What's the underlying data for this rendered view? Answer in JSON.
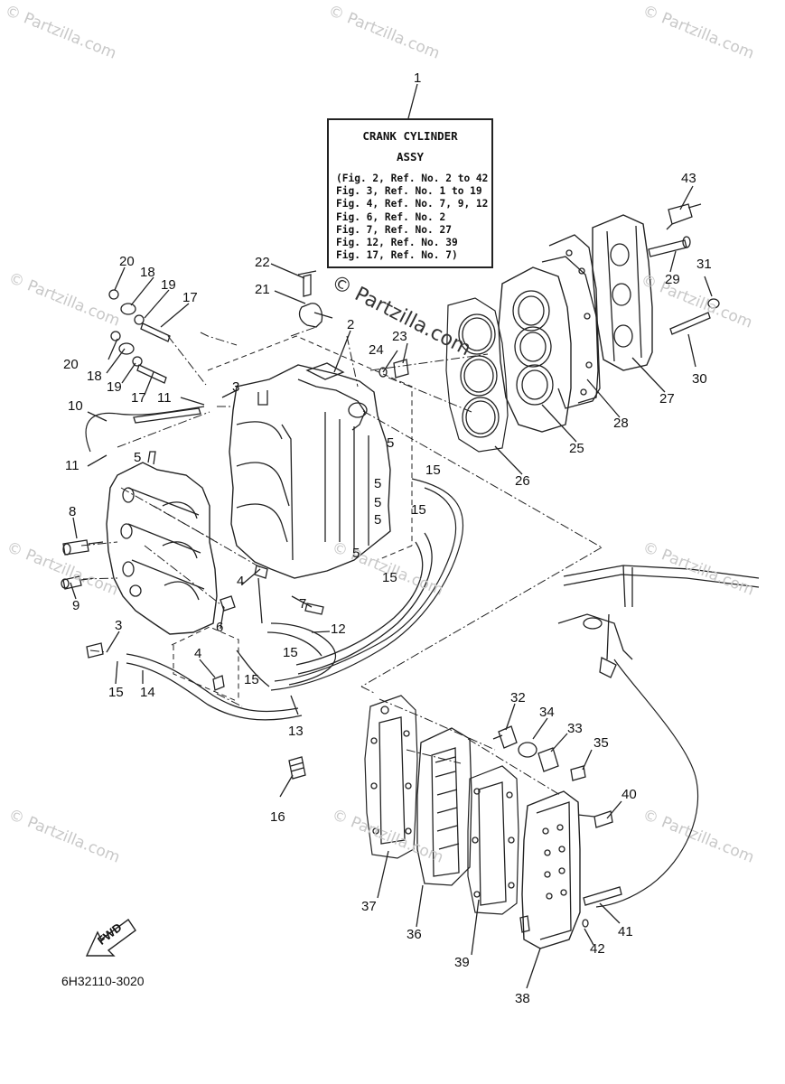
{
  "assembly_box": {
    "title_line1": "CRANK CYLINDER",
    "title_line2": "ASSY",
    "references": [
      "(Fig. 2, Ref. No. 2 to 42",
      "Fig. 3, Ref. No. 1 to 19",
      "Fig. 4, Ref. No. 7, 9, 12",
      "Fig. 6, Ref. No. 2",
      "Fig. 7, Ref. No. 27",
      "Fig. 12, Ref. No. 39",
      "Fig. 17, Ref. No. 7)"
    ]
  },
  "callouts": {
    "c1": "1",
    "c2": "2",
    "c3a": "3",
    "c3b": "3",
    "c4a": "4",
    "c4b": "4",
    "c5a": "5",
    "c5b": "5",
    "c5c": "5",
    "c5d": "5",
    "c5e": "5",
    "c5f": "5",
    "c6": "6",
    "c7": "7",
    "c8": "8",
    "c9": "9",
    "c10": "10",
    "c11a": "11",
    "c11b": "11",
    "c12": "12",
    "c13": "13",
    "c14": "14",
    "c15a": "15",
    "c15b": "15",
    "c15c": "15",
    "c15d": "15",
    "c15e": "15",
    "c15f": "15",
    "c16": "16",
    "c17a": "17",
    "c17b": "17",
    "c18a": "18",
    "c18b": "18",
    "c19a": "19",
    "c19b": "19",
    "c20a": "20",
    "c20b": "20",
    "c21": "21",
    "c22": "22",
    "c23": "23",
    "c24": "24",
    "c25": "25",
    "c26": "26",
    "c27": "27",
    "c28": "28",
    "c29": "29",
    "c30": "30",
    "c31": "31",
    "c32": "32",
    "c33": "33",
    "c34": "34",
    "c35": "35",
    "c36": "36",
    "c37": "37",
    "c38": "38",
    "c39": "39",
    "c40": "40",
    "c41": "41",
    "c42": "42",
    "c43": "43"
  },
  "fwd_label": "FWD",
  "part_code": "6H32110-3020",
  "watermark": "© Partzilla.com",
  "watermark_center": "© Partzilla.com",
  "colors": {
    "line": "#222222",
    "watermark": "#c8c8c8",
    "background": "#ffffff"
  }
}
